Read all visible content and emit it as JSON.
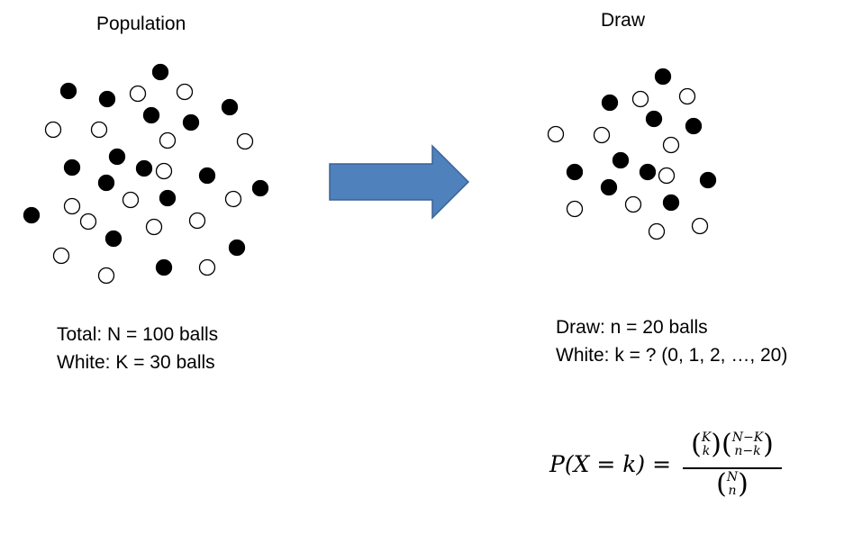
{
  "population": {
    "title": "Population",
    "total_line": "Total: N = 100 balls",
    "white_line": "White: K = 30 balls"
  },
  "draw": {
    "title": "Draw",
    "n_line": "Draw: n = 20 balls",
    "k_line": "White: k = ? (0, 1, 2, …, 20)"
  },
  "formula": {
    "lhs": "P(X = k) =",
    "num1_top": "K",
    "num1_bottom": "k",
    "num2_top": "N−K",
    "num2_bottom": "n−k",
    "den_top": "N",
    "den_bottom": "n"
  },
  "colors": {
    "arrow_fill": "#4f81bd",
    "arrow_stroke": "#3a6394",
    "ball_black": "#000000",
    "ball_white": "#ffffff"
  }
}
